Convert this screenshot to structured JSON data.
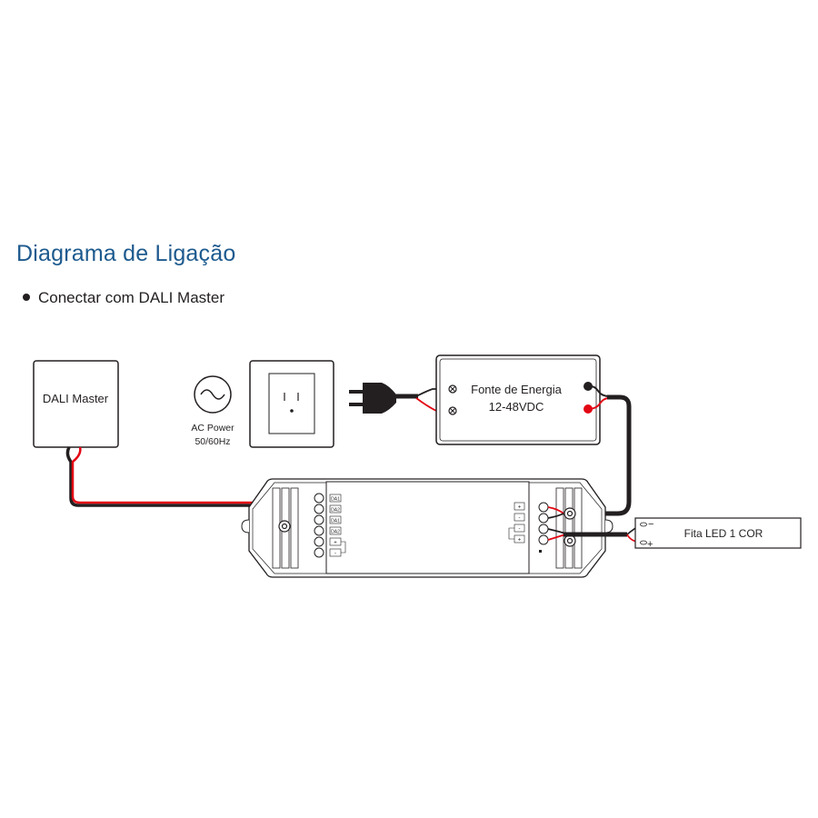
{
  "header": {
    "title": "Diagrama de Ligação",
    "subtitle": "Conectar com DALI Master"
  },
  "components": {
    "dali_master": {
      "label": "DALI Master"
    },
    "ac_power": {
      "line1": "AC Power",
      "line2": "50/60Hz",
      "icon": "ac-sine-icon"
    },
    "wall_outlet": {
      "icon": "outlet-icon"
    },
    "plug": {
      "icon": "power-plug-icon"
    },
    "power_supply": {
      "line1": "Fonte de Energia",
      "line2": "12-48VDC"
    },
    "led_strip": {
      "label": "Fita LED 1 COR",
      "minus": "−",
      "plus": "+"
    },
    "controller": {
      "left_terminals": [
        "DA1",
        "DA2",
        "DA1",
        "DA2",
        "+",
        "-"
      ],
      "right_terminals": [
        "+",
        "-",
        "-",
        "+"
      ]
    }
  },
  "colors": {
    "title": "#1d5a8e",
    "wire_red": "#e30613",
    "wire_black": "#231f20"
  }
}
